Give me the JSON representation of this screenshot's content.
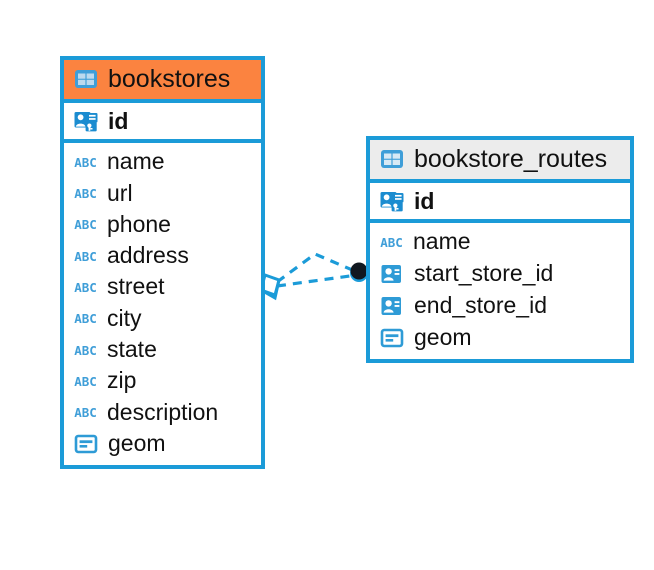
{
  "diagram": {
    "type": "entity-relationship-diagram",
    "background_color": "#ffffff",
    "accent_color": "#1b9bd8",
    "tables": [
      {
        "name": "bookstores",
        "header_color": "#fb8340",
        "header_icon": "table-icon",
        "primary_keys": [
          {
            "label": "id",
            "icon": "primary-key-icon"
          }
        ],
        "fields": [
          {
            "label": "name",
            "icon": "text-abc-icon"
          },
          {
            "label": "url",
            "icon": "text-abc-icon"
          },
          {
            "label": "phone",
            "icon": "text-abc-icon"
          },
          {
            "label": "address",
            "icon": "text-abc-icon"
          },
          {
            "label": "street",
            "icon": "text-abc-icon"
          },
          {
            "label": "city",
            "icon": "text-abc-icon"
          },
          {
            "label": "state",
            "icon": "text-abc-icon"
          },
          {
            "label": "zip",
            "icon": "text-abc-icon"
          },
          {
            "label": "description",
            "icon": "text-abc-icon"
          },
          {
            "label": "geom",
            "icon": "geometry-icon"
          }
        ]
      },
      {
        "name": "bookstore_routes",
        "header_color": "#ececec",
        "header_icon": "table-icon",
        "primary_keys": [
          {
            "label": "id",
            "icon": "primary-key-icon"
          }
        ],
        "fields": [
          {
            "label": "name",
            "icon": "text-abc-icon"
          },
          {
            "label": "start_store_id",
            "icon": "foreign-key-icon"
          },
          {
            "label": "end_store_id",
            "icon": "foreign-key-icon"
          },
          {
            "label": "geom",
            "icon": "geometry-icon"
          }
        ]
      }
    ],
    "relationship": {
      "source_table": "bookstores",
      "target_table": "bookstore_routes",
      "line_style": "dashed",
      "line_color": "#1b9bd8",
      "source_endpoint": "diamond-marker",
      "target_endpoint": "filled-circle-marker",
      "branch_count": 2
    }
  }
}
